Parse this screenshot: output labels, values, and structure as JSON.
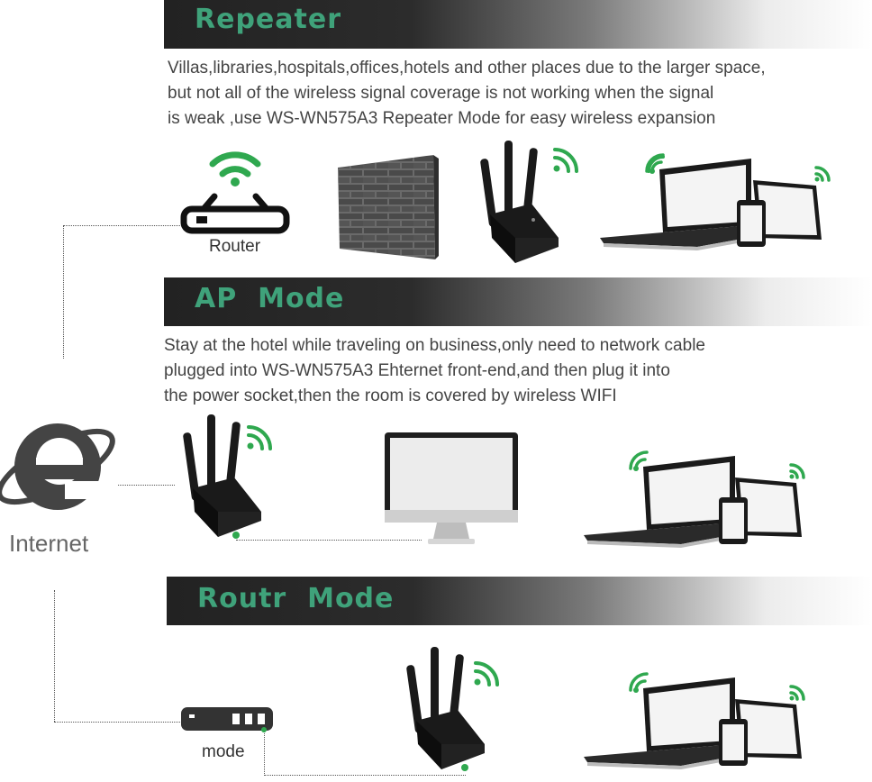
{
  "colors": {
    "accent": "#3fa27a",
    "wifi": "#2fa84f",
    "device": "#1a1a1a"
  },
  "repeater": {
    "title": "Repeater",
    "lines": [
      "Villas,libraries,hospitals,offices,hotels and other places due to the larger space,",
      "but not all of the wireless signal coverage is not working when the signal",
      "is weak ,use WS-WN575A3 Repeater Mode  for easy wireless expansion"
    ],
    "router_label": "Router"
  },
  "ap": {
    "title": "AP  Mode",
    "lines": [
      "Stay at the hotel while traveling on business,only need to network cable",
      "plugged into WS-WN575A3 Ehternet front-end,and then plug it into",
      "the power socket,then the room is covered by wireless WIFI"
    ]
  },
  "router_mode": {
    "title": "Routr  Mode",
    "modem_label": "mode"
  },
  "internet": {
    "label": "Internet"
  },
  "icons": [
    "wifi-router-icon",
    "brick-wall-icon",
    "wifi-repeater-icon",
    "laptop-icon",
    "monitor-icon",
    "smartphone-icon",
    "tablet-icon",
    "internet-explorer-icon",
    "modem-icon",
    "wifi-signal-icon"
  ]
}
